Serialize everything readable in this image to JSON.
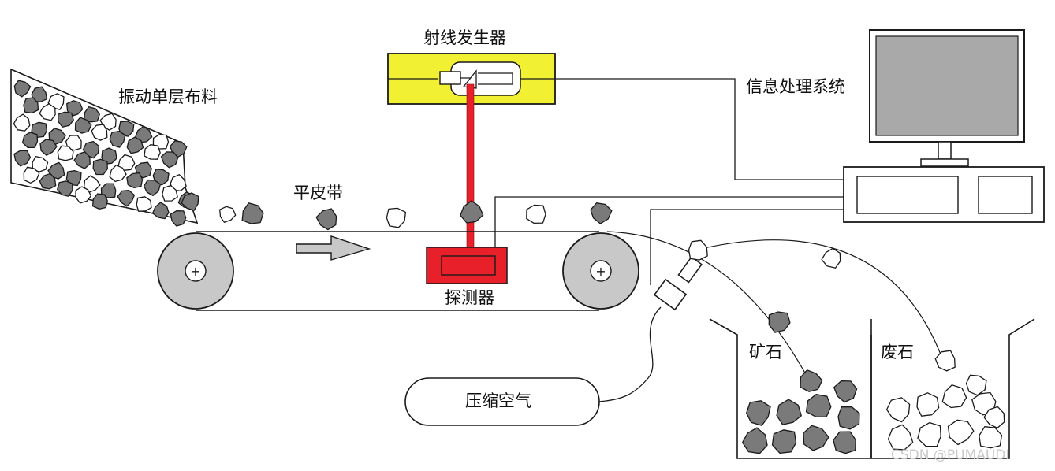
{
  "labels": {
    "generator": "射线发生器",
    "feeder": "振动单层布料",
    "belt": "平皮带",
    "detector": "探测器",
    "processing": "信息处理系统",
    "air": "压缩空气",
    "ore": "矿石",
    "waste": "废石"
  },
  "watermark": "CSDN @PUMAUDI",
  "colors": {
    "outline": "#1a1a1a",
    "generator_fill": "#f2f032",
    "beam": "#e8202a",
    "detector_fill": "#e8202a",
    "ore_rock": "#7a7a7a",
    "waste_rock": "#ffffff",
    "pulley": "#c8c8c8",
    "monitor_screen": "#a9a9a9"
  },
  "icons": {
    "pulley_axle": "plus-in-circle",
    "belt_direction": "arrow-right",
    "air_nozzle": "valve-nozzle"
  }
}
